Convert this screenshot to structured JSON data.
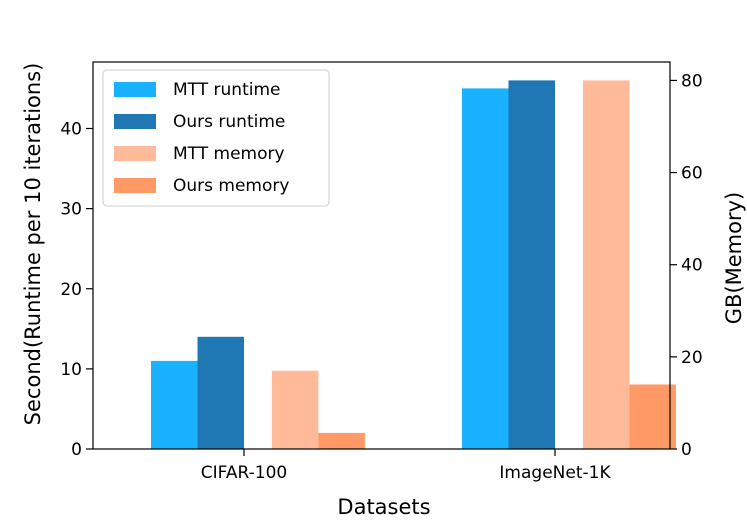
{
  "chart_data": {
    "type": "bar",
    "xlabel": "Datasets",
    "ylabel": "Second(Runtime per 10 iterations)",
    "y2label": "GB(Memory)",
    "categories": [
      "CIFAR-100",
      "ImageNet-1K"
    ],
    "ylim": [
      0,
      48.3
    ],
    "y2lim": [
      0,
      84
    ],
    "yticks": [
      0,
      10,
      20,
      30,
      40
    ],
    "y2ticks": [
      0,
      20,
      40,
      60,
      80
    ],
    "grid": false,
    "legend_position": "top-left",
    "series": [
      {
        "name": "MTT runtime",
        "axis": "left",
        "color": "#1ab2ff",
        "values": [
          11,
          45
        ]
      },
      {
        "name": "Ours runtime",
        "axis": "left",
        "color": "#1f77b4",
        "values": [
          14,
          46
        ]
      },
      {
        "name": "MTT memory",
        "axis": "right",
        "color": "#ffbb99",
        "values": [
          17,
          80
        ]
      },
      {
        "name": "Ours memory",
        "axis": "right",
        "color": "#ff9966",
        "values": [
          3.5,
          14
        ]
      }
    ]
  }
}
